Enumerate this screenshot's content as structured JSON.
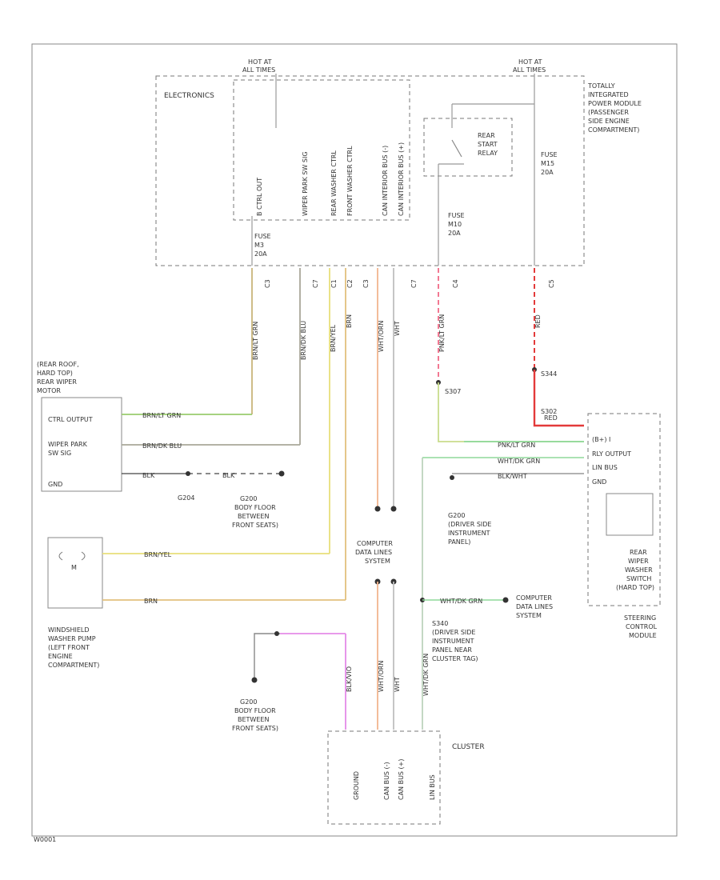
{
  "diagram": {
    "figure_id": "W0001",
    "hot_left": [
      "HOT AT",
      "ALL TIMES"
    ],
    "hot_right": [
      "HOT AT",
      "ALL TIMES"
    ],
    "electronics_label": "ELECTRONICS",
    "tipm_label": [
      "TOTALLY",
      "INTEGRATED",
      "POWER MODULE",
      "(PASSENGER",
      "SIDE ENGINE",
      "COMPARTMENT)"
    ],
    "rear_relay_label": [
      "REAR",
      "START",
      "RELAY"
    ],
    "fuse_a": [
      "FUSE",
      "M10",
      "20A"
    ],
    "fuse_b": [
      "FUSE",
      "M15",
      "20A"
    ],
    "fuse_c": [
      "FUSE",
      "M3",
      "20A"
    ],
    "module_pins": [
      "B CTRL OUT",
      "WIPER PARK SW SIG",
      "REAR WASHER CTRL",
      "FRONT WASHER CTRL",
      "CAN INTERIOR BUS (-)",
      "CAN INTERIOR BUS (+)"
    ],
    "connectors": [
      "C3",
      "C7",
      "C1",
      "C2",
      "C3",
      "C7",
      "C4",
      "C5"
    ],
    "wire_colors": [
      "BRN/LT GRN",
      "BRN/DK BLU",
      "BRN/YEL",
      "BRN",
      "WHT/ORN",
      "WHT",
      "PNK/LT GRN",
      "RED"
    ],
    "wiper_motor_label": [
      "(REAR ROOF,",
      "HARD TOP)",
      "REAR WIPER",
      "MOTOR"
    ],
    "wiper_motor_pins": [
      "CTRL OUTPUT",
      "WIPER PARK",
      "SW SIG",
      "GND"
    ],
    "wiper_wires": [
      "BRN/LT GRN",
      "BRN/DK BLU",
      "BLK",
      "BLK"
    ],
    "g_lower_left": [
      "G200",
      "BODY FLOOR",
      "BETWEEN",
      "FRONT SEATS)"
    ],
    "g204": "G204",
    "washer_pump_label": [
      "WINDSHIELD",
      "WASHER PUMP",
      "(LEFT FRONT",
      "ENGINE",
      "COMPARTMENT)"
    ],
    "washer_wires": [
      "BRN/YEL",
      "BRN"
    ],
    "computer_data_center": [
      "COMPUTER",
      "DATA LINES",
      "SYSTEM"
    ],
    "computer_data_right": [
      "COMPUTER",
      "DATA LINES",
      "SYSTEM"
    ],
    "steering_module_label": [
      "STEERING",
      "CONTROL",
      "MODULE"
    ],
    "steering_pins": [
      "(B+) I",
      "RLY OUTPUT",
      "LIN BUS",
      "GND"
    ],
    "rear_wiper_switch_label": [
      "REAR",
      "WIPER",
      "WASHER",
      "SWITCH",
      "(HARD TOP)"
    ],
    "steering_wires": [
      "RED",
      "PNK/LT GRN",
      "WHT/DK GRN",
      "BLK/WHT"
    ],
    "splice_labels": [
      "S307",
      "S344",
      "S302"
    ],
    "g200_mid": [
      "G200",
      "(DRIVER SIDE",
      "INSTRUMENT",
      "PANEL)"
    ],
    "s340_label": [
      "S340",
      "(DRIVER SIDE",
      "INSTRUMENT",
      "PANEL NEAR",
      "CLUSTER TAG)"
    ],
    "wht_dk_grn": "WHT/DK GRN",
    "g200_bottom": [
      "G200",
      "BODY FLOOR",
      "BETWEEN",
      "FRONT SEATS)"
    ],
    "cluster_label": "CLUSTER",
    "cluster_pins": [
      "GROUND",
      "CAN BUS (-)",
      "CAN BUS (+)",
      "LIN BUS"
    ],
    "cluster_wires": [
      "BLK/VIO",
      "WHT/ORN",
      "WHT",
      "WHT/DK GRN"
    ],
    "colors": {
      "brn_lt_grn": "#9acb6e",
      "brn_dk_blu": "#b5b5a5",
      "brn_yel": "#e8df7a",
      "brn": "#e2c07e",
      "wht_orn": "#f2b48e",
      "wht": "#bfbfbf",
      "pnk": "#f06a86",
      "red": "#e33a3a",
      "grn": "#8fd89a",
      "vio": "#e48be8"
    }
  }
}
